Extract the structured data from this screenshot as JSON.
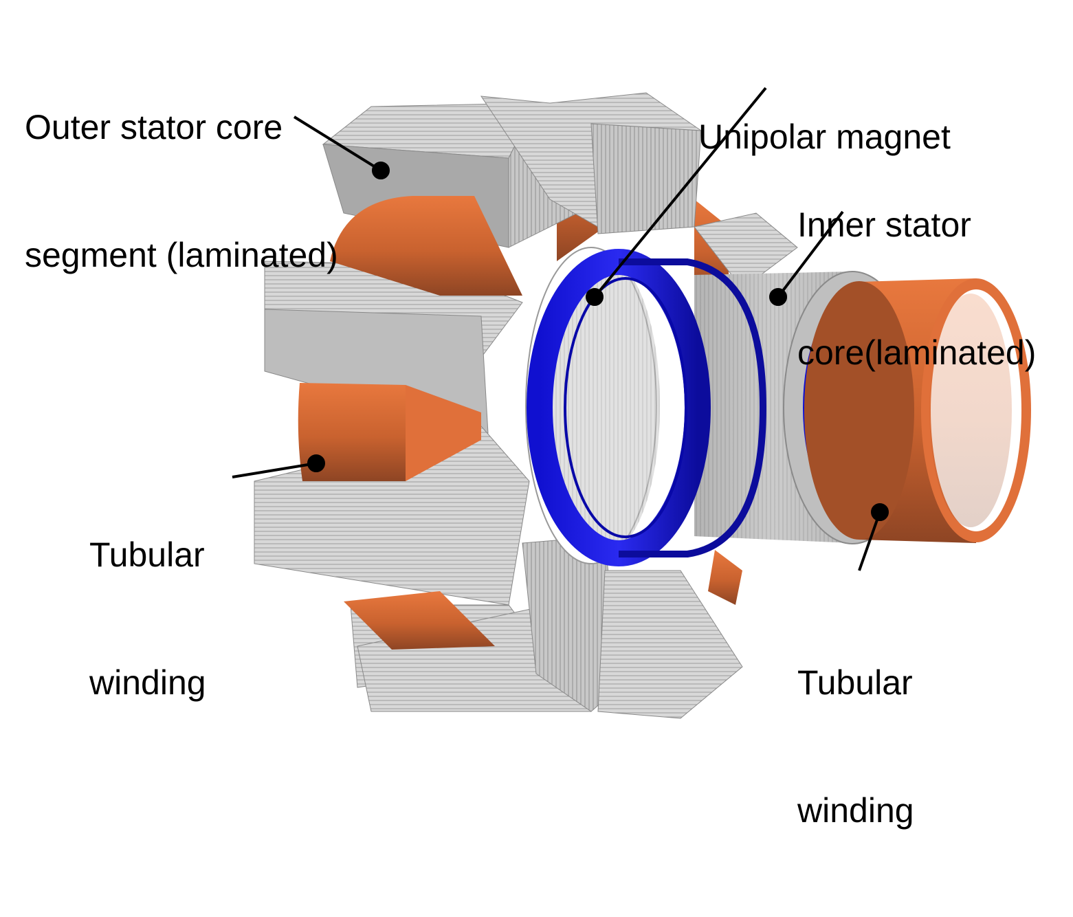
{
  "labels": {
    "outer_stator_core": [
      "Outer stator core",
      "segment (laminated)"
    ],
    "unipolar_magnet": [
      "Unipolar magnet"
    ],
    "inner_stator_core": [
      "Inner stator",
      "core(laminated)"
    ],
    "tubular_winding_left": [
      "Tubular",
      "winding"
    ],
    "tubular_winding_right": [
      "Tubular",
      "winding"
    ]
  },
  "colors": {
    "steel_light": "#dcdcdc",
    "steel_mid": "#b8b8b8",
    "steel_dark": "#9a9a9a",
    "copper": "#e0703a",
    "copper_dark": "#a3502a",
    "magnet": "#1a1ae8",
    "magnet_dark": "#0c0c9c",
    "leader": "#000000"
  }
}
